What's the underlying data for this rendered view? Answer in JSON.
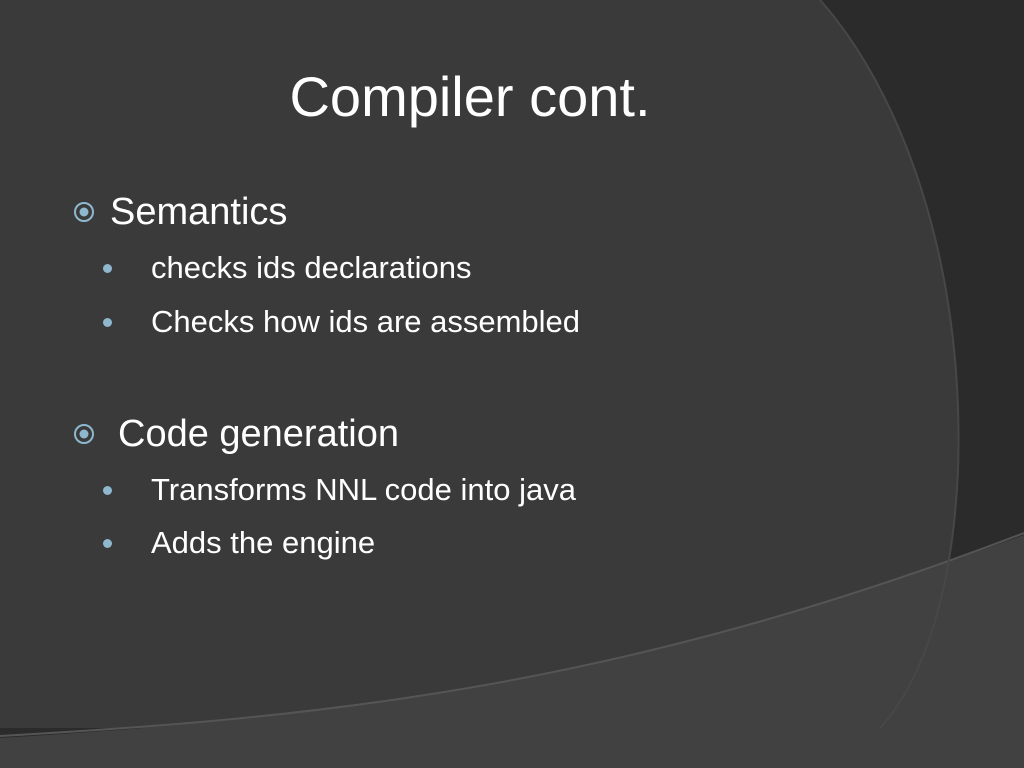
{
  "slide": {
    "title": "Compiler cont.",
    "sections": [
      {
        "heading": "Semantics",
        "bullets": [
          "checks ids declarations",
          "Checks how ids are assembled"
        ]
      },
      {
        "heading": "Code generation",
        "bullets": [
          "Transforms NNL code into java",
          "Adds the engine"
        ]
      }
    ]
  },
  "colors": {
    "background": "#2b2b2b",
    "panel": "#3a3a3a",
    "accent": "#8fb8ce",
    "text": "#ffffff"
  },
  "icons": {
    "level1": "ring-bullet-icon",
    "level2": "dot-bullet-icon"
  }
}
